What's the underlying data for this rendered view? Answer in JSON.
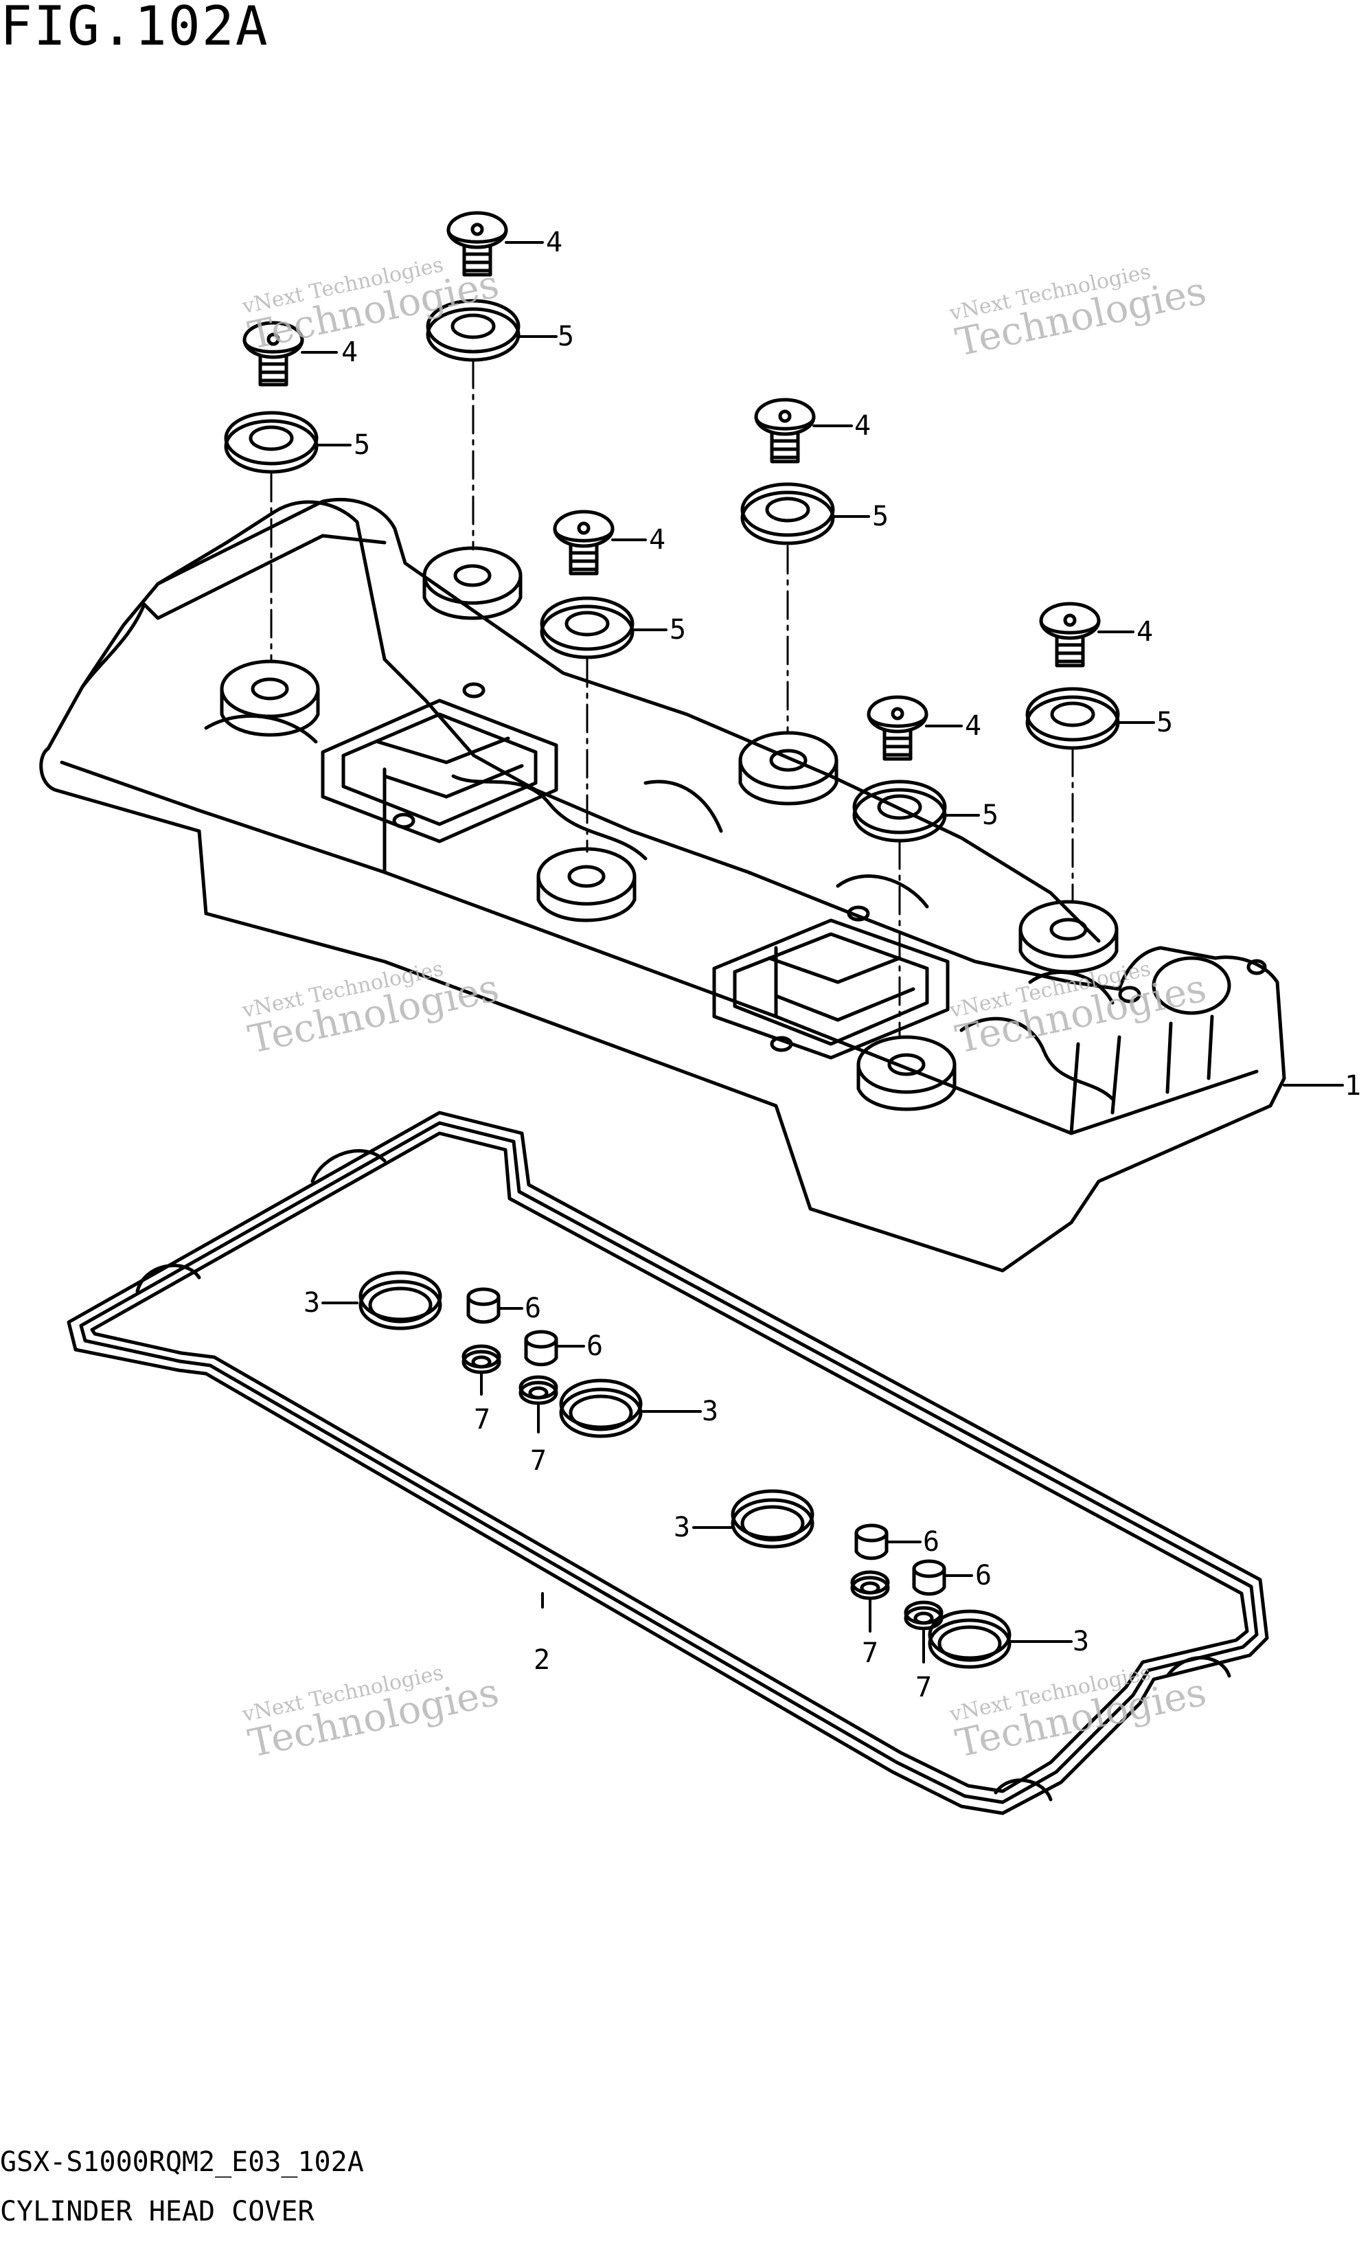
{
  "figure": {
    "title": "FIG.102A",
    "model_code": "GSX-S1000RQM2_E03_102A",
    "name": "CYLINDER HEAD COVER"
  },
  "callouts": {
    "c1": "1",
    "c2": "2",
    "c3": "3",
    "c4": "4",
    "c5": "5",
    "c6": "6",
    "c7": "7"
  },
  "watermark": {
    "line1": "vNext Technologies",
    "line2": "Technologies"
  },
  "colors": {
    "line": "#000000",
    "watermark": "#b7b7b7",
    "background": "#ffffff"
  }
}
